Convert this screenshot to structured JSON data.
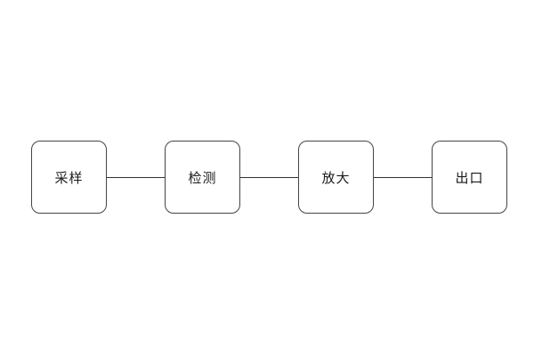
{
  "diagram": {
    "type": "flowchart",
    "direction": "horizontal",
    "colors": {
      "background": "#ffffff",
      "node_border": "#444444",
      "node_fill": "#ffffff",
      "connector": "#333333",
      "text": "#1a1a1a"
    },
    "nodes": [
      {
        "id": "node-1",
        "label": "采样"
      },
      {
        "id": "node-2",
        "label": "检测"
      },
      {
        "id": "node-3",
        "label": "放大"
      },
      {
        "id": "node-4",
        "label": "出口"
      }
    ],
    "edges": [
      {
        "from": "node-1",
        "to": "node-2"
      },
      {
        "from": "node-2",
        "to": "node-3"
      },
      {
        "from": "node-3",
        "to": "node-4"
      }
    ]
  }
}
